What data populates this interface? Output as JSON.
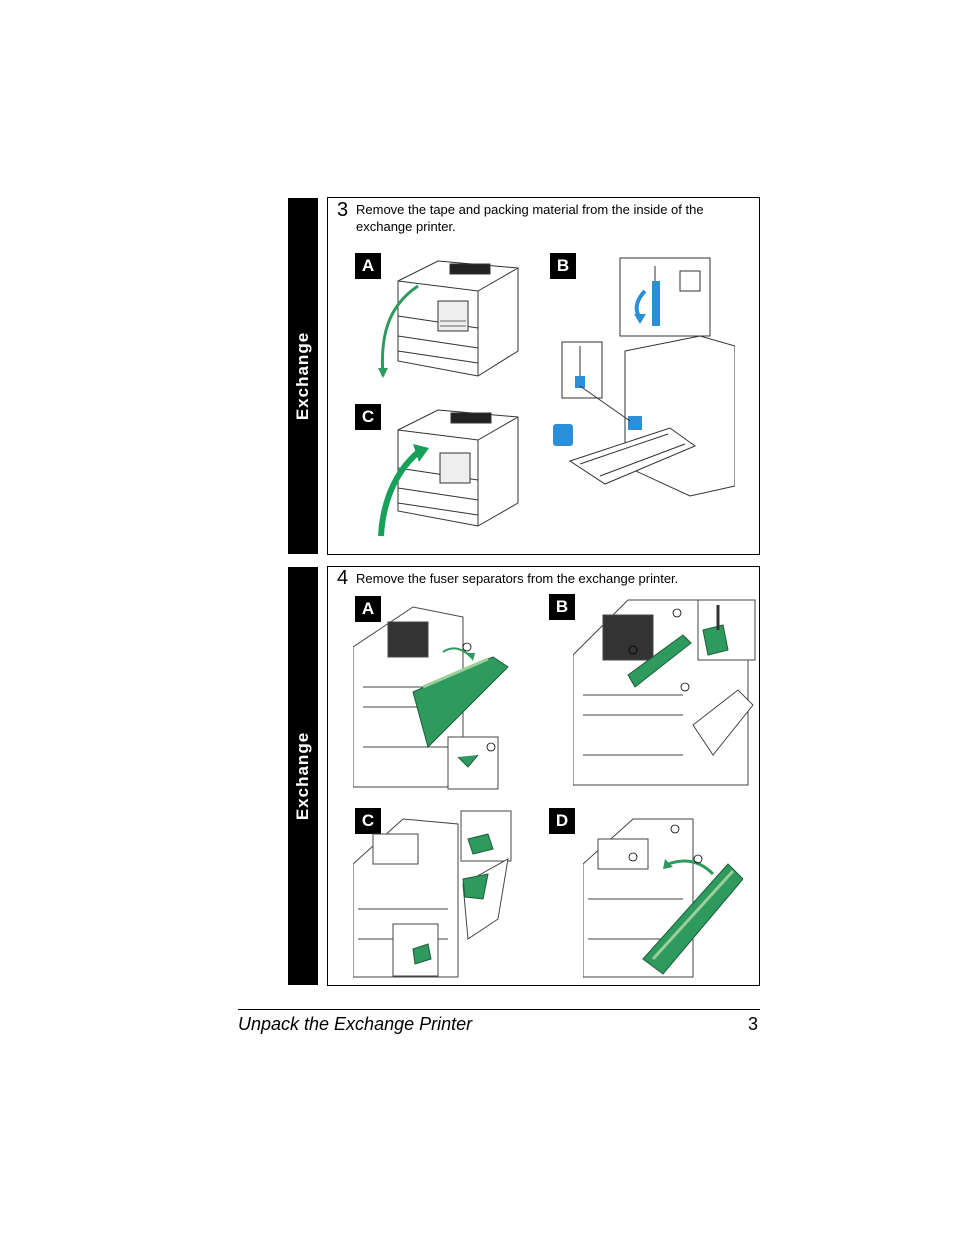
{
  "steps": [
    {
      "section_label": "Exchange",
      "number": "3",
      "text": "Remove the tape and packing material from the inside of the exchange printer.",
      "panels": [
        "A",
        "B",
        "C"
      ]
    },
    {
      "section_label": "Exchange",
      "number": "4",
      "text": "Remove the fuser separators from the exchange printer.",
      "panels": [
        "A",
        "B",
        "C",
        "D"
      ]
    }
  ],
  "footer": {
    "title": "Unpack the Exchange Printer",
    "page_number": "3"
  },
  "colors": {
    "accent_green": "#2e9a5e",
    "light_green": "#9ccf9a",
    "accent_blue": "#2a8fd6",
    "sidebar": "#000000"
  }
}
